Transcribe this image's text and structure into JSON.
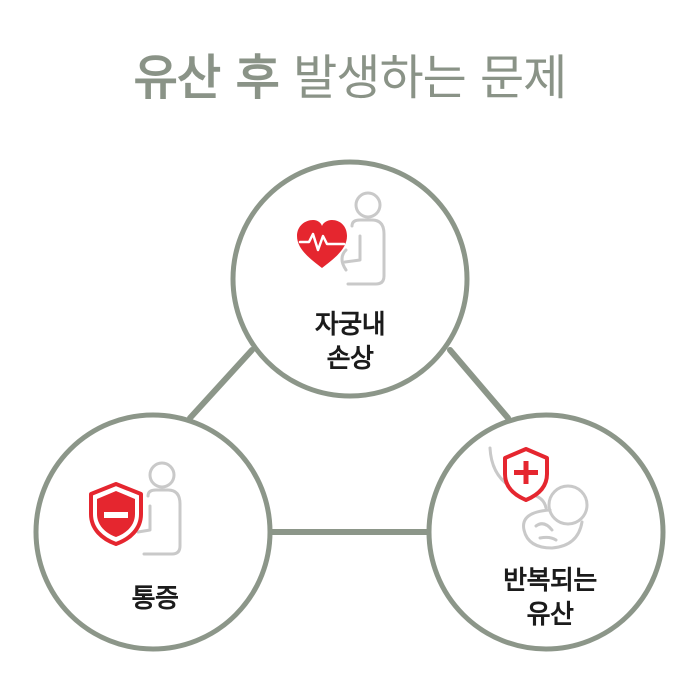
{
  "title": {
    "bold": "유산 후",
    "light": "발생하는 문제"
  },
  "nodes": {
    "top": {
      "line1": "자궁내",
      "line2": "손상",
      "icon": "heart-pulse-icon"
    },
    "left": {
      "line1": "통증",
      "icon": "shield-minus-icon"
    },
    "right": {
      "line1": "반복되는",
      "line2": "유산",
      "icon": "shield-plus-icon"
    }
  },
  "colors": {
    "title": "#8a9387",
    "ring": "#8c9689",
    "accent": "#e5262f",
    "figure": "#c9c9c9",
    "label": "#1b1b1b"
  }
}
